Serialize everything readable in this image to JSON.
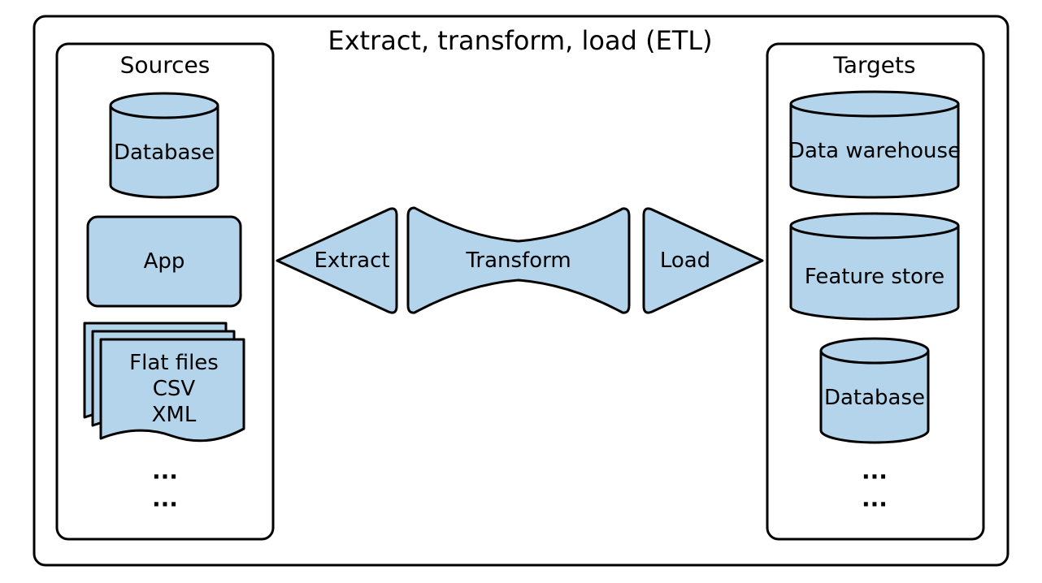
{
  "title": "Extract, transform, load (ETL)",
  "sources": {
    "heading": "Sources",
    "database_label": "Database",
    "app_label": "App",
    "flat_files_lines": [
      "Flat files",
      "CSV",
      "XML"
    ],
    "ellipsis": [
      "...",
      "..."
    ]
  },
  "process": {
    "extract_label": "Extract",
    "transform_label": "Transform",
    "load_label": "Load"
  },
  "targets": {
    "heading": "Targets",
    "data_warehouse_label": "Data warehouse",
    "feature_store_label": "Feature store",
    "database_label": "Database",
    "ellipsis": [
      "...",
      "..."
    ]
  },
  "colors": {
    "shape_fill": "#b3d4ea",
    "outline": "#000000"
  }
}
